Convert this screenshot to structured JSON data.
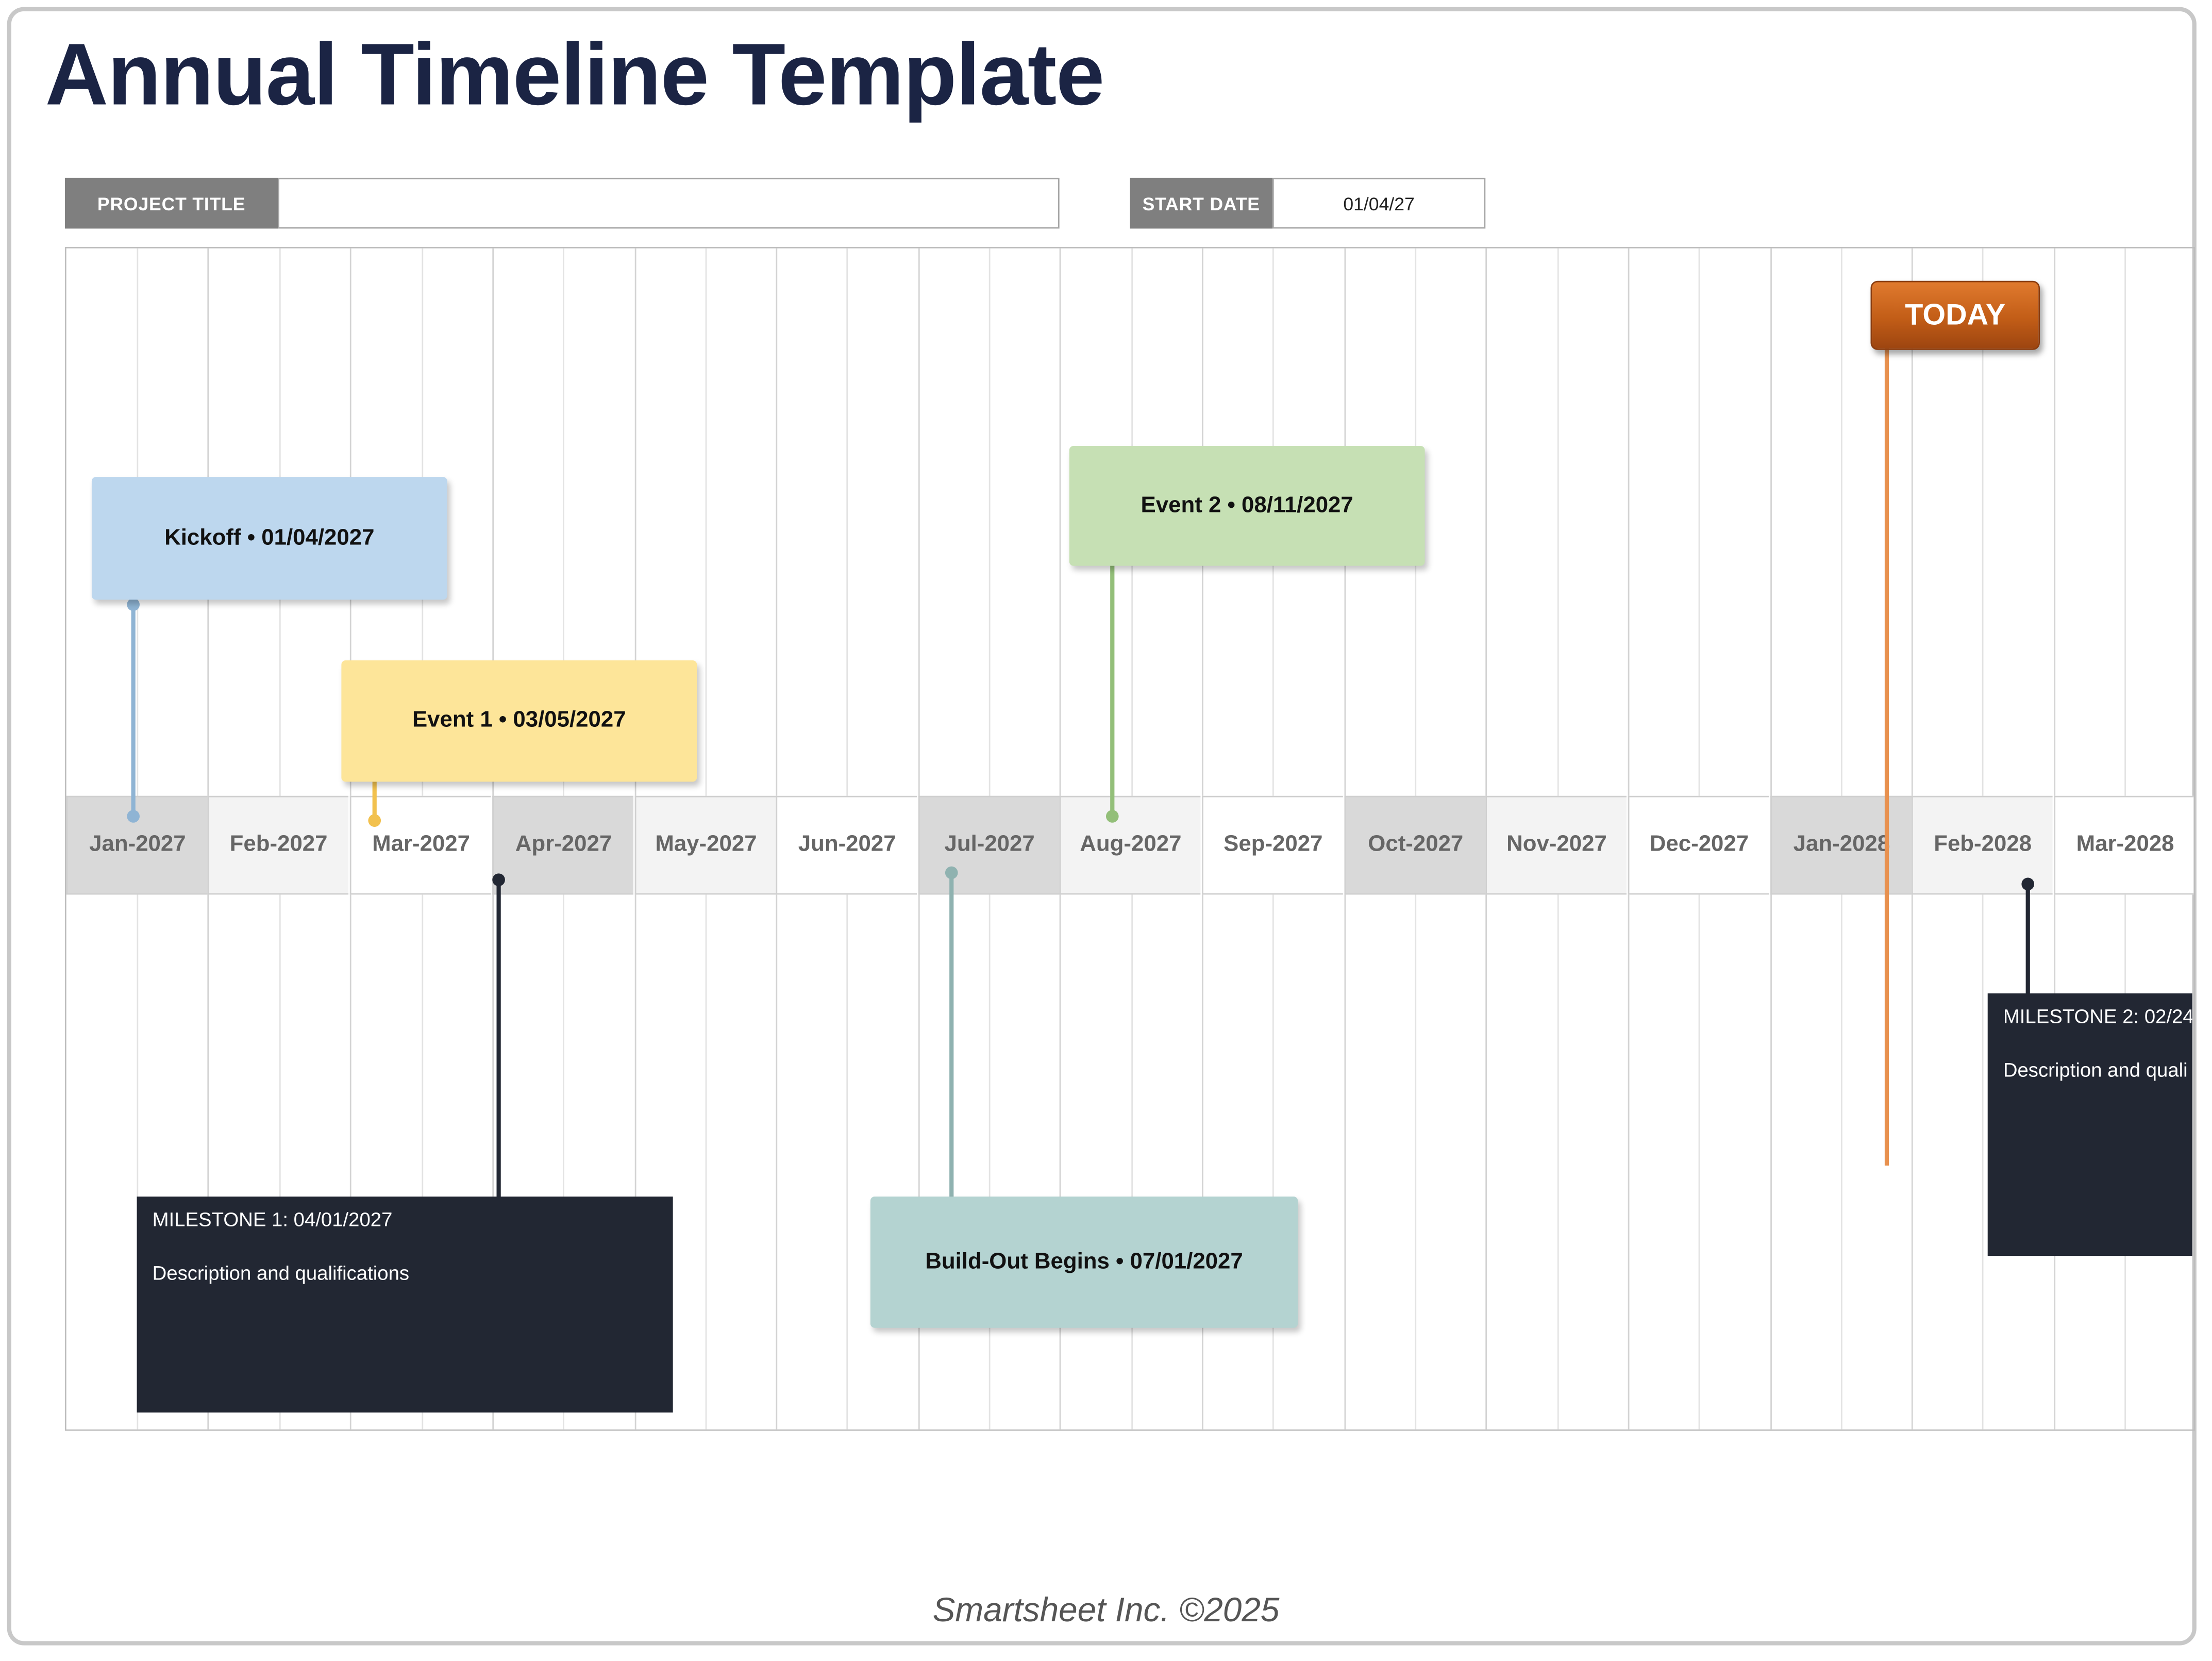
{
  "title": "Annual Timeline Template",
  "project_title_label": "PROJECT TITLE",
  "project_title_value": "",
  "start_date_label": "START DATE",
  "start_date_value": "01/04/27",
  "months": [
    "Jan-2027",
    "Feb-2027",
    "Mar-2027",
    "Apr-2027",
    "May-2027",
    "Jun-2027",
    "Jul-2027",
    "Aug-2027",
    "Sep-2027",
    "Oct-2027",
    "Nov-2027",
    "Dec-2027",
    "Jan-2028",
    "Feb-2028",
    "Mar-2028"
  ],
  "events": {
    "kickoff": "Kickoff • 01/04/2027",
    "event1": "Event 1 • 03/05/2027",
    "event2": "Event 2 • 08/11/2027",
    "buildout": "Build-Out Begins • 07/01/2027"
  },
  "milestone1": {
    "title": "MILESTONE 1: 04/01/2027",
    "description": "Description and qualifications"
  },
  "milestone2": {
    "title": "MILESTONE 2: 02/24/",
    "description": "Description and quali"
  },
  "today_label": "TODAY",
  "footer": "Smartsheet Inc. ©2025",
  "colors": {
    "title": "#1b2444",
    "kickoff": "#bdd7ee",
    "event1": "#fde599",
    "event2": "#c6e0b4",
    "buildout": "#b4d3d1",
    "milestone": "#222733",
    "today": "#c55a11"
  }
}
